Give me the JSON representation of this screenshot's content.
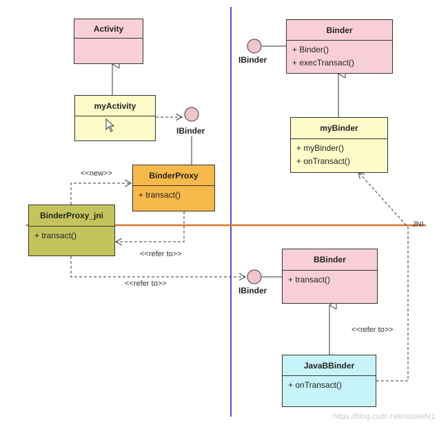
{
  "classes": {
    "activity": {
      "title": "Activity",
      "members": []
    },
    "my_activity": {
      "title": "myActivity",
      "members": []
    },
    "binder_proxy": {
      "title": "BinderProxy",
      "members": [
        "+ transact()"
      ]
    },
    "binder_proxy_jni": {
      "title": "BinderProxy_jni",
      "members": [
        "+ transact()"
      ]
    },
    "binder": {
      "title": "Binder",
      "members": [
        "+ Binder()",
        "+ execTransact()"
      ]
    },
    "my_binder": {
      "title": "myBinder",
      "members": [
        "+ myBinder()",
        "+ onTransact()"
      ]
    },
    "bbinder": {
      "title": "BBinder",
      "members": [
        "+ transact()"
      ]
    },
    "java_bbinder": {
      "title": "JavaBBinder",
      "members": [
        "+ onTransact()"
      ]
    }
  },
  "interfaces": {
    "left_ibinder": "IBinder",
    "top_right_ibinder": "IBinder",
    "bottom_right_ibinder": "IBinder"
  },
  "labels": {
    "new": "<<new>>",
    "refer_to_1": "<<refer to>>",
    "refer_to_2": "<<refer to>>",
    "refer_to_3": "<<refer to>>",
    "jni": "JNI"
  },
  "watermark": "https://blog.csdn.net/nicoleih(1",
  "colors": {
    "pink": "#f8cfd6",
    "yellow": "#fdfbc8",
    "orange": "#f6b94a",
    "olive": "#c3c55c",
    "cyan": "#c7f4f8",
    "divider_blue": "#4b4fd9",
    "jni_line": "#d9742b",
    "interface_fill": "#f4c4cc"
  }
}
